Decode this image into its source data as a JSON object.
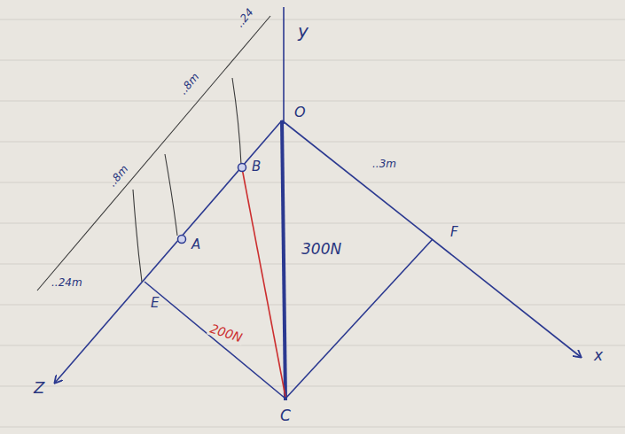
{
  "diagram": {
    "labels": [
      "y",
      "..24",
      "O",
      "..8m",
      "B",
      "..8m",
      "..3m",
      "A",
      "..24m",
      "E",
      "F",
      "300N",
      "200N",
      "Z",
      "x",
      "C"
    ]
  }
}
